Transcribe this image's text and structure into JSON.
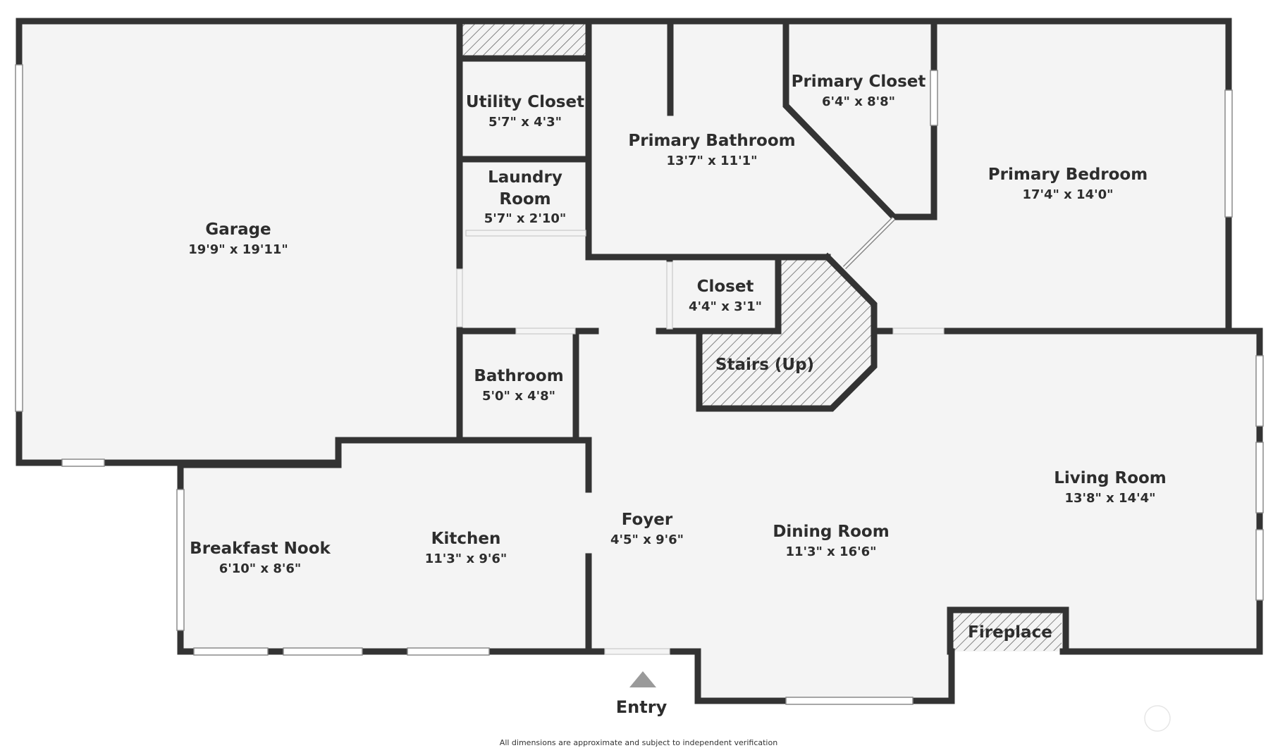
{
  "colors": {
    "wall": "#333333",
    "floor": "#f4f4f4",
    "hatch": "#555555",
    "background": "#ffffff"
  },
  "rooms": {
    "garage": {
      "name": "Garage",
      "dims": "19'9\" x 19'11\""
    },
    "utility_closet": {
      "name": "Utility Closet",
      "dims": "5'7\" x 4'3\""
    },
    "laundry_room": {
      "name_line1": "Laundry",
      "name_line2": "Room",
      "dims": "5'7\" x 2'10\""
    },
    "primary_bathroom": {
      "name": "Primary Bathroom",
      "dims": "13'7\" x 11'1\""
    },
    "primary_closet": {
      "name": "Primary Closet",
      "dims": "6'4\" x 8'8\""
    },
    "primary_bedroom": {
      "name": "Primary Bedroom",
      "dims": "17'4\" x 14'0\""
    },
    "closet": {
      "name": "Closet",
      "dims": "4'4\" x 3'1\""
    },
    "stairs": {
      "name": "Stairs (Up)"
    },
    "bathroom": {
      "name": "Bathroom",
      "dims": "5'0\" x 4'8\""
    },
    "breakfast_nook": {
      "name": "Breakfast Nook",
      "dims": "6'10\" x 8'6\""
    },
    "kitchen": {
      "name": "Kitchen",
      "dims": "11'3\" x 9'6\""
    },
    "foyer": {
      "name": "Foyer",
      "dims": "4'5\" x 9'6\""
    },
    "dining_room": {
      "name": "Dining Room",
      "dims": "11'3\" x 16'6\""
    },
    "living_room": {
      "name": "Living Room",
      "dims": "13'8\" x 14'4\""
    },
    "fireplace": {
      "name": "Fireplace"
    }
  },
  "entry": {
    "label": "Entry"
  },
  "footer": {
    "note": "All dimensions are approximate and subject to independent verification"
  },
  "icons": {
    "entry_arrow": "triangle-up-icon",
    "watermark": "circle-outline-icon"
  }
}
